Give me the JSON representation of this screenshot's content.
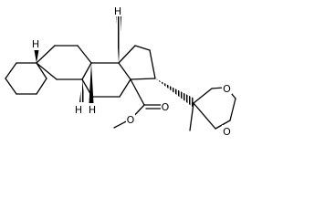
{
  "molecule": {
    "atoms": {
      "h5": "H",
      "h8": "H",
      "h9": "H",
      "h10": "H",
      "ester_o_carbonyl": "O",
      "ester_o_single": "O",
      "dioxolane_o_upper": "O",
      "dioxolane_o_lower": "O"
    }
  },
  "colors": {
    "bond": "#000000",
    "label": "#000000",
    "background": "#ffffff"
  }
}
